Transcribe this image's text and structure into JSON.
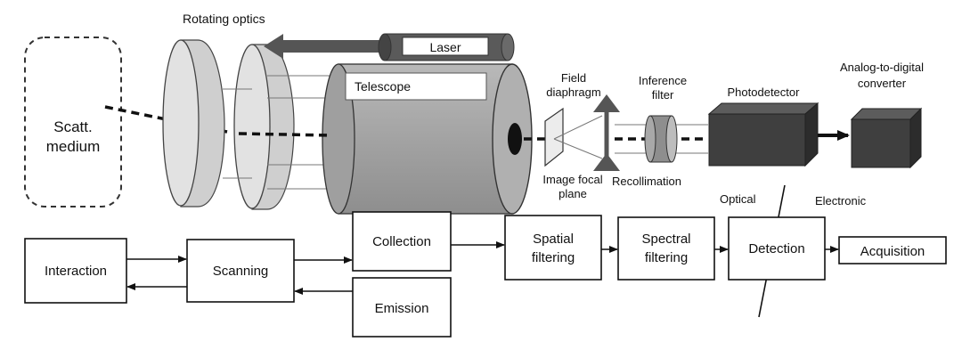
{
  "labels": {
    "rotating_optics": "Rotating optics",
    "laser": "Laser",
    "telescope": "Telescope",
    "scatt_line1": "Scatt.",
    "scatt_line2": "medium",
    "field_line1": "Field",
    "field_line2": "diaphragm",
    "inference_line1": "Inference",
    "inference_line2": "filter",
    "photodetector": "Photodetector",
    "adc_line1": "Analog-to-digital",
    "adc_line2": "converter",
    "image_focal_line1": "Image focal",
    "image_focal_line2": "plane",
    "recollimation": "Recollimation",
    "optical": "Optical",
    "electronic": "Electronic"
  },
  "blocks": {
    "interaction": "Interaction",
    "scanning": "Scanning",
    "collection": "Collection",
    "emission": "Emission",
    "spatial_line1": "Spatial",
    "spatial_line2": "filtering",
    "spectral_line1": "Spectral",
    "spectral_line2": "filtering",
    "detection": "Detection",
    "acquisition": "Acquisition"
  },
  "colors": {
    "component_gray": "#a9a9a9",
    "dark_component": "#3a3a3a",
    "line": "#111111"
  }
}
